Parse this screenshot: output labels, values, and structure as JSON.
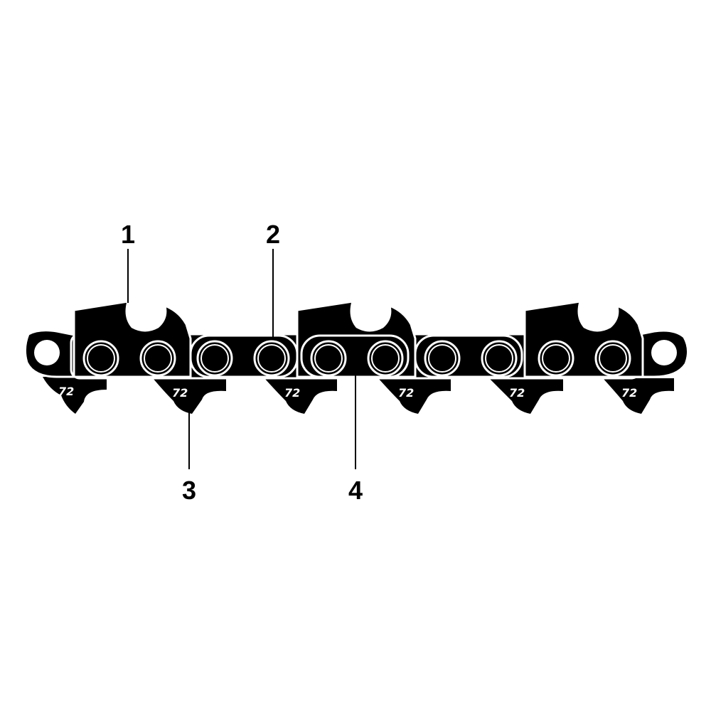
{
  "colors": {
    "chain": "#000000",
    "outline": "#ffffff",
    "background": "#ffffff"
  },
  "callouts": [
    {
      "label": "1",
      "part": "cutter"
    },
    {
      "label": "2",
      "part": "side-link"
    },
    {
      "label": "3",
      "part": "drive-link"
    },
    {
      "label": "4",
      "part": "side-link-joint"
    }
  ],
  "drive_link_stamp": "72",
  "counts": {
    "cutters": 3,
    "drive_links": 6,
    "rivets": 10
  }
}
